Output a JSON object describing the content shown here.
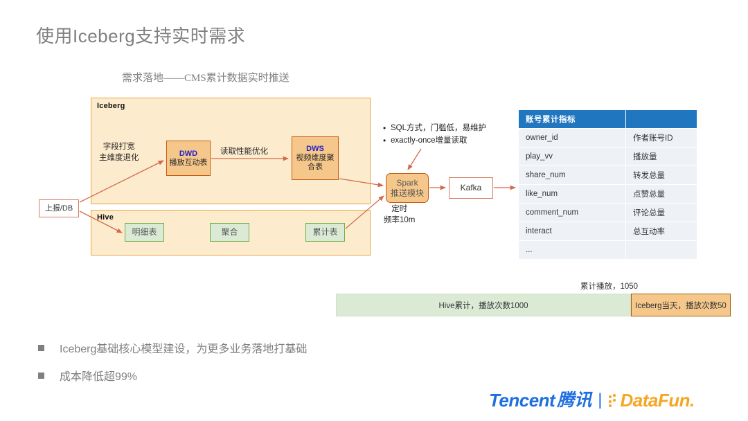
{
  "slide": {
    "title": "使用Iceberg支持实时需求",
    "diagram_subtitle": "需求落地——CMS累计数据实时推送"
  },
  "diagram": {
    "iceberg_panel_label": "Iceberg",
    "hive_panel_label": "Hive",
    "source_node": "上报/DB",
    "nodes": {
      "dwd_en": "DWD",
      "dwd_cn": "播放互动表",
      "dws_en": "DWS",
      "dws_cn_line1": "视频维度聚",
      "dws_cn_line2": "合表",
      "spark_line1": "Spark",
      "spark_line2": "推送模块",
      "kafka": "Kafka",
      "hive_detail": "明细表",
      "hive_agg": "聚合",
      "hive_cumulative": "累计表"
    },
    "labels": {
      "widen_line1": "字段打宽",
      "widen_line2": "主维度退化",
      "read_optimize": "读取性能优化",
      "timer_line1": "定时",
      "timer_line2": "频率10m"
    },
    "notes": [
      "SQL方式，门槛低，易维护",
      "exactly-once增量读取"
    ],
    "bullet_glyph": "•"
  },
  "metric_table": {
    "headers": [
      "账号累计指标",
      ""
    ],
    "rows": [
      [
        "owner_id",
        "作者账号ID"
      ],
      [
        "play_vv",
        "播放量"
      ],
      [
        "share_num",
        "转发总量"
      ],
      [
        "like_num",
        "点赞总量"
      ],
      [
        "comment_num",
        "评论总量"
      ],
      [
        "interact",
        "总互动率"
      ],
      [
        "...",
        ""
      ]
    ]
  },
  "chart_data": {
    "type": "bar",
    "title": "累计播放，1050",
    "orientation": "horizontal-stacked",
    "categories": [
      "累计播放"
    ],
    "series": [
      {
        "name": "Hive累计，播放次数1000",
        "values": [
          1000
        ],
        "color": "#dbead5"
      },
      {
        "name": "Iceberg当天，播放次数50",
        "values": [
          50
        ],
        "color": "#f5c78a"
      }
    ],
    "total": 1050,
    "xlabel": "",
    "ylabel": "",
    "grid": false,
    "legend": "none"
  },
  "bar": {
    "caption": "累计播放，1050",
    "hive_label": "Hive累计，播放次数1000",
    "iceberg_label": "Iceberg当天，播放次数50"
  },
  "bullets": [
    "Iceberg基础核心模型建设，为更多业务落地打基础",
    "成本降低超99%"
  ],
  "footer": {
    "tencent_en": "Tencent",
    "tencent_cn": "腾讯",
    "separator": "|",
    "datafun": "DataFun."
  },
  "colors": {
    "table_header_blue": "#2077c0",
    "panel_fill": "#fdebcd",
    "panel_border": "#e8a33d",
    "orange_node": "#f5c78a",
    "green_node": "#dbead5",
    "arrow": "#d2694a",
    "title_gray": "#7f7f7f",
    "tencent_blue": "#1f6fe0",
    "datafun_orange": "#f5a623"
  }
}
